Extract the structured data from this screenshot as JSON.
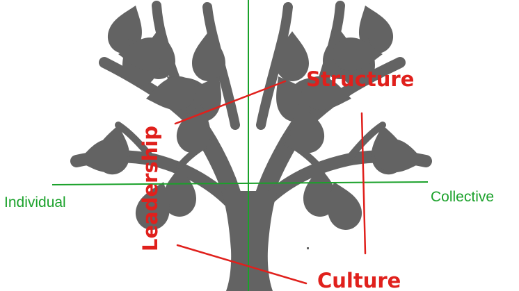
{
  "labels": {
    "structure": "Structure",
    "culture": "Culture",
    "leadership": "Leadership",
    "individual": "Individual",
    "collective": "Collective"
  },
  "colors": {
    "tree": "#636363",
    "axis": "#1aa12a",
    "accent": "#e0201c",
    "background": "#ffffff"
  }
}
